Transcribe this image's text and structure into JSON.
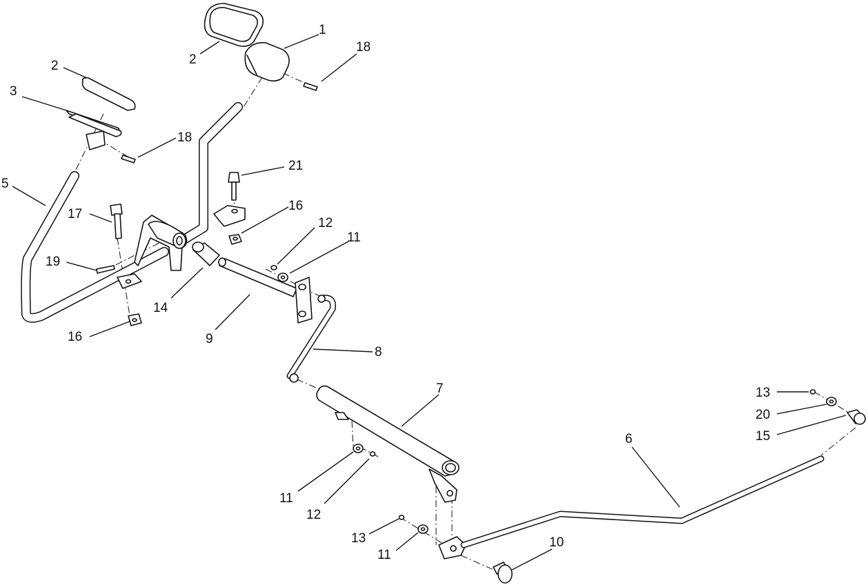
{
  "callouts": {
    "c1": "1",
    "c2a": "2",
    "c2b": "2",
    "c3": "3",
    "c5": "5",
    "c6": "6",
    "c7": "7",
    "c8": "8",
    "c9": "9",
    "c10": "10",
    "c11a": "11",
    "c11b": "11",
    "c11c": "11",
    "c12a": "12",
    "c12b": "12",
    "c13a": "13",
    "c13b": "13",
    "c14": "14",
    "c15": "15",
    "c16a": "16",
    "c16b": "16",
    "c17": "17",
    "c18a": "18",
    "c18b": "18",
    "c19": "19",
    "c20": "20",
    "c21": "21"
  }
}
